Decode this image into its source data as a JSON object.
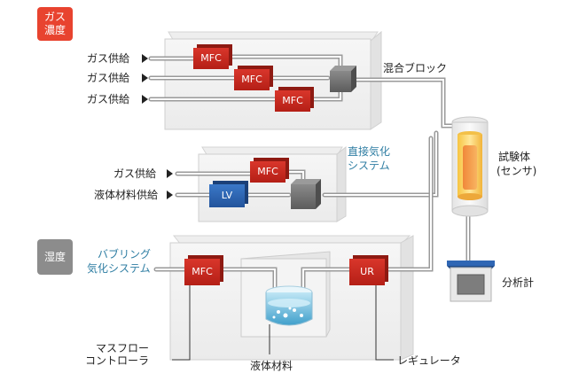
{
  "badges": {
    "gas_concentration": [
      "ガス",
      "濃度"
    ],
    "humidity": "湿度"
  },
  "gas_block": {
    "supply_labels": [
      "ガス供給",
      "ガス供給",
      "ガス供給"
    ],
    "mfc_labels": [
      "MFC",
      "MFC",
      "MFC"
    ],
    "mix_block_label": "混合ブロック"
  },
  "direct_vaporization": {
    "title": [
      "直接気化",
      "システム"
    ],
    "gas_supply_label": "ガス供給",
    "liquid_supply_label": "液体材料供給",
    "mfc_label": "MFC",
    "lv_label": "LV"
  },
  "bubbling": {
    "title": [
      "バブリング",
      "気化システム"
    ],
    "mfc_label": "MFC",
    "ur_label": "UR"
  },
  "specimen": {
    "label": [
      "試験体",
      "(センサ)"
    ]
  },
  "analyzer": {
    "label": "分析計"
  },
  "callouts": {
    "mass_flow_controller": [
      "マスフロー",
      "コントローラ"
    ],
    "liquid_material": "液体材料",
    "regulator": "レギュレータ"
  },
  "colors": {
    "badge_gas": "#e8432f",
    "badge_humidity": "#8c8c8c",
    "mfc": "#c8281e",
    "lv": "#2a62b0",
    "mixer": "#6f6f6f",
    "accent_text": "#2f7ea3"
  }
}
